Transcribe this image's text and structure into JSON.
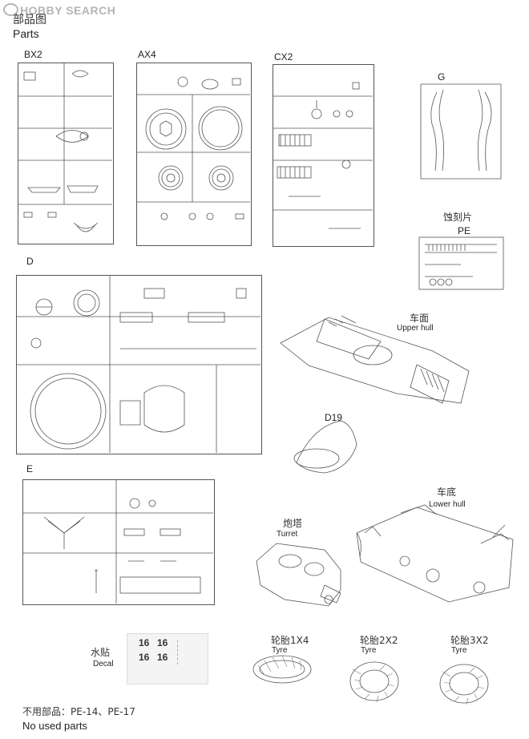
{
  "watermark": "HOBBY SEARCH",
  "header": {
    "title_cn": "部品图",
    "title_en": "Parts"
  },
  "sprues": {
    "bx2": "BX2",
    "ax4": "AX4",
    "cx2": "CX2",
    "g": "G",
    "d": "D",
    "e": "E",
    "d19": "D19"
  },
  "pe": {
    "label_cn": "蚀刻片",
    "label_en": "PE"
  },
  "upper_hull": {
    "cn": "车面",
    "en": "Upper hull"
  },
  "lower_hull": {
    "cn": "车底",
    "en": "Lower hull"
  },
  "turret": {
    "cn": "炮塔",
    "en": "Turret"
  },
  "decal": {
    "cn": "水贴",
    "en": "Decal",
    "numbers": [
      "16",
      "16",
      "16",
      "16"
    ]
  },
  "tyres": [
    {
      "cn": "轮胎1X4",
      "en": "Tyre"
    },
    {
      "cn": "轮胎2X2",
      "en": "Tyre"
    },
    {
      "cn": "轮胎3X2",
      "en": "Tyre"
    }
  ],
  "unused": {
    "cn": "不用部品：PE-14、PE-17",
    "en": "No used parts"
  }
}
